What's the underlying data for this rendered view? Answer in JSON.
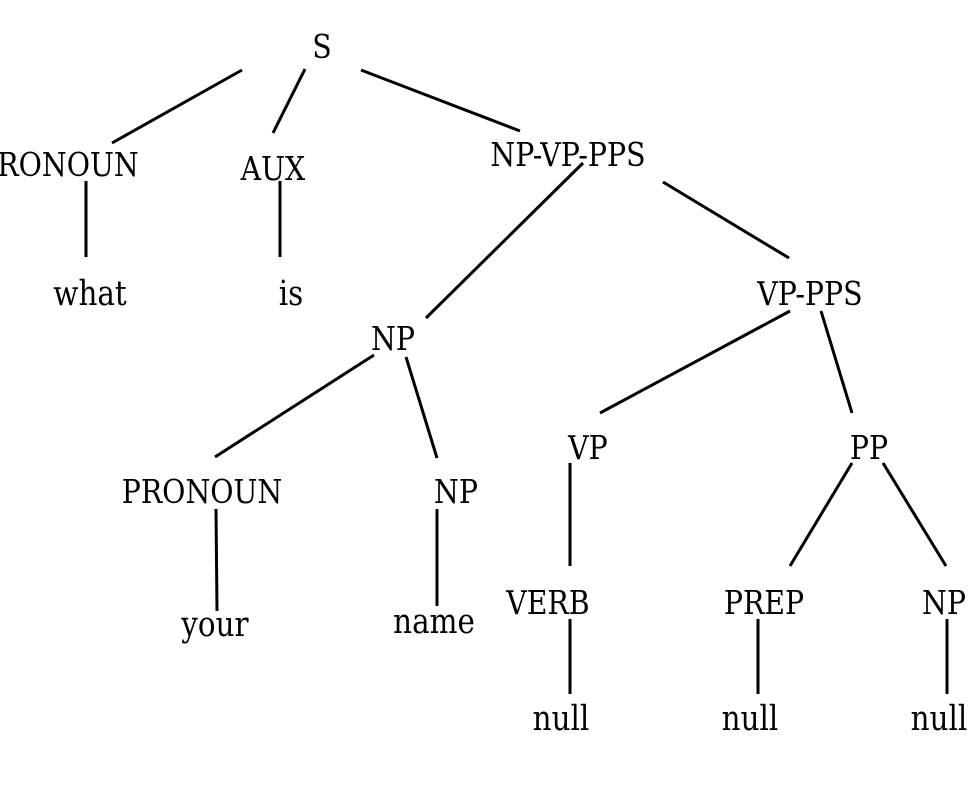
{
  "tree": {
    "nodes": [
      {
        "id": "s",
        "label": "S",
        "kind": "cat"
      },
      {
        "id": "pronoun-1",
        "label": "RONOUN",
        "kind": "cat"
      },
      {
        "id": "aux",
        "label": "AUX",
        "kind": "cat"
      },
      {
        "id": "np-vp-pps",
        "label": "NP-VP-PPS",
        "kind": "cat"
      },
      {
        "id": "what",
        "label": "what",
        "kind": "word"
      },
      {
        "id": "is",
        "label": "is",
        "kind": "word"
      },
      {
        "id": "np-1",
        "label": "NP",
        "kind": "cat"
      },
      {
        "id": "vp-pps",
        "label": "VP-PPS",
        "kind": "cat"
      },
      {
        "id": "pronoun-2",
        "label": "PRONOUN",
        "kind": "cat"
      },
      {
        "id": "np-2",
        "label": "NP",
        "kind": "cat"
      },
      {
        "id": "vp",
        "label": "VP",
        "kind": "cat"
      },
      {
        "id": "pp",
        "label": "PP",
        "kind": "cat"
      },
      {
        "id": "your",
        "label": "your",
        "kind": "word"
      },
      {
        "id": "name",
        "label": "name",
        "kind": "word"
      },
      {
        "id": "verb",
        "label": "VERB",
        "kind": "cat"
      },
      {
        "id": "prep",
        "label": "PREP",
        "kind": "cat"
      },
      {
        "id": "np-3",
        "label": "NP",
        "kind": "cat"
      },
      {
        "id": "null-1",
        "label": "null",
        "kind": "word"
      },
      {
        "id": "null-2",
        "label": "null",
        "kind": "word"
      },
      {
        "id": "null-3",
        "label": "null",
        "kind": "word"
      }
    ],
    "edges": [
      [
        "s",
        "pronoun-1"
      ],
      [
        "s",
        "aux"
      ],
      [
        "s",
        "np-vp-pps"
      ],
      [
        "pronoun-1",
        "what"
      ],
      [
        "aux",
        "is"
      ],
      [
        "np-vp-pps",
        "np-1"
      ],
      [
        "np-vp-pps",
        "vp-pps"
      ],
      [
        "np-1",
        "pronoun-2"
      ],
      [
        "np-1",
        "np-2"
      ],
      [
        "pronoun-2",
        "your"
      ],
      [
        "np-2",
        "name"
      ],
      [
        "vp-pps",
        "vp"
      ],
      [
        "vp-pps",
        "pp"
      ],
      [
        "vp",
        "verb"
      ],
      [
        "verb",
        "null-1"
      ],
      [
        "pp",
        "prep"
      ],
      [
        "pp",
        "np-3"
      ],
      [
        "prep",
        "null-2"
      ],
      [
        "np-3",
        "null-3"
      ]
    ]
  }
}
